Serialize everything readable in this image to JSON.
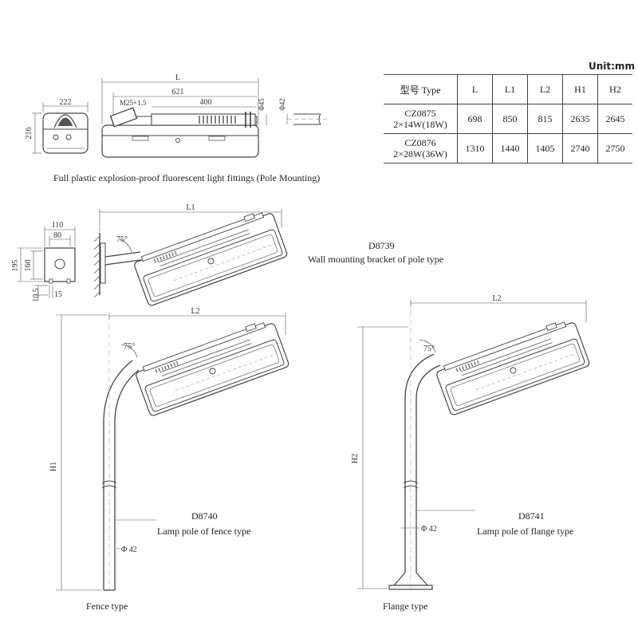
{
  "unit_label": "Unit:mm",
  "table": {
    "headers": [
      "型号 Type",
      "L",
      "L1",
      "L2",
      "H1",
      "H2"
    ],
    "rows": [
      {
        "type_line1": "CZ0875",
        "type_line2": "2×14W(18W)",
        "L": "698",
        "L1": "850",
        "L2": "815",
        "H1": "2635",
        "H2": "2645"
      },
      {
        "type_line1": "CZ0876",
        "type_line2": "2×28W(36W)",
        "L": "1310",
        "L1": "1440",
        "L2": "1405",
        "H1": "2740",
        "H2": "2750"
      }
    ]
  },
  "fixture_caption": "Full plastic explosion-proof fluorescent light fittings (Pole Mounting)",
  "dimensions": {
    "width_222": "222",
    "height_216": "216",
    "L": "L",
    "len_621": "621",
    "thread": "M25×1.5",
    "len_400": "400",
    "dia_45": "Φ45",
    "dia_42": "Φ42",
    "L1": "L1",
    "L2": "L2",
    "H1": "H1",
    "H2": "H2",
    "angle": "75°",
    "w110": "110",
    "w80": "80",
    "h195": "195",
    "h160": "160",
    "h10_5": "10.5",
    "w15": "15",
    "pole_dia": "Φ 42"
  },
  "wall_bracket": {
    "code": "D8739",
    "caption": "Wall mounting bracket of pole type"
  },
  "fence_pole": {
    "code": "D8740",
    "caption": "Lamp pole of fence type",
    "footer": "Fence type"
  },
  "flange_pole": {
    "code": "D8741",
    "caption": "Lamp pole of flange type",
    "footer": "Flange type"
  }
}
